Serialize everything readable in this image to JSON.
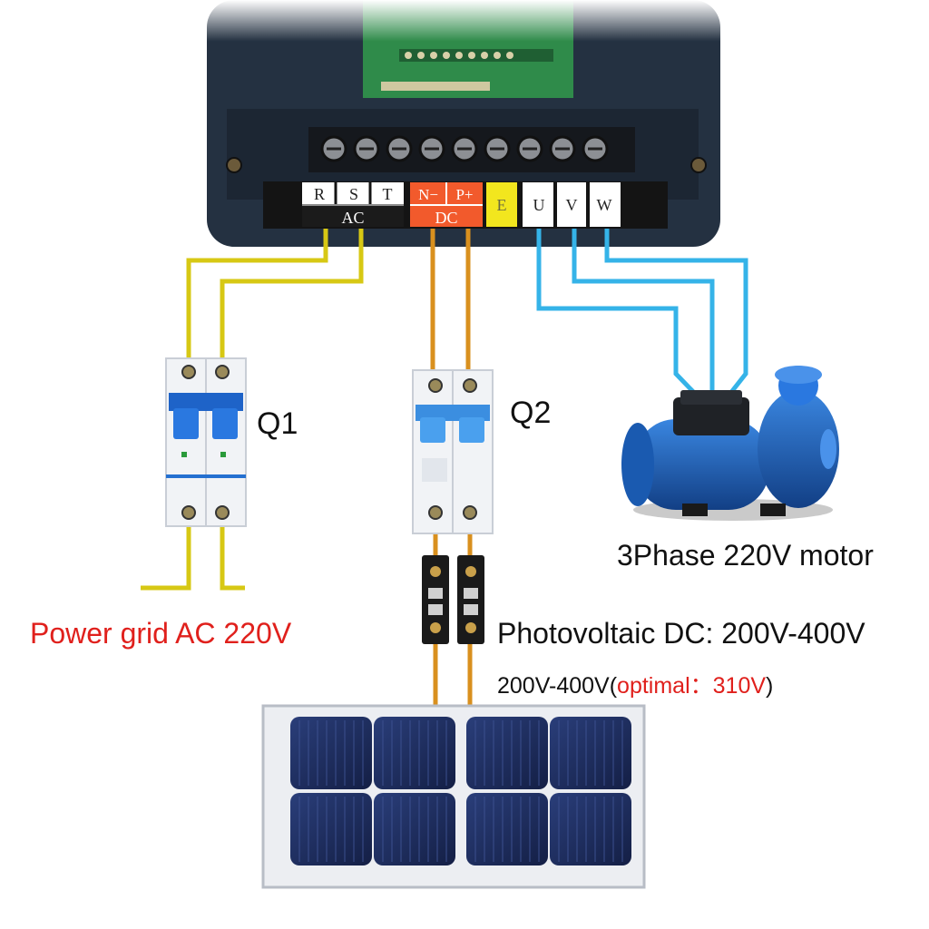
{
  "terminals": {
    "ac": [
      "R",
      "S",
      "T"
    ],
    "ac_group": "AC",
    "dc": [
      "N−",
      "P+"
    ],
    "dc_group": "DC",
    "earth": "E",
    "motor": [
      "U",
      "V",
      "W"
    ]
  },
  "labels": {
    "q1": "Q1",
    "q2": "Q2",
    "motor": "3Phase 220V motor",
    "grid": "Power grid AC 220V",
    "pv": "Photovoltaic DC: 200V-400V",
    "range_prefix": "200V-400V(",
    "range_optimal": "optimal：310V",
    "range_suffix": ")"
  },
  "colors": {
    "ac_wire": "#d7c814",
    "dc_wire": "#d9901e",
    "motor_wire": "#35b3e8",
    "dc_band": "#f25a2c",
    "earth_band": "#f2e61e",
    "grid_text": "#e0201c",
    "optimal_text": "#e0201c",
    "pump_body": "#1d5fb8",
    "panel_cell": "#1b2a5a"
  }
}
